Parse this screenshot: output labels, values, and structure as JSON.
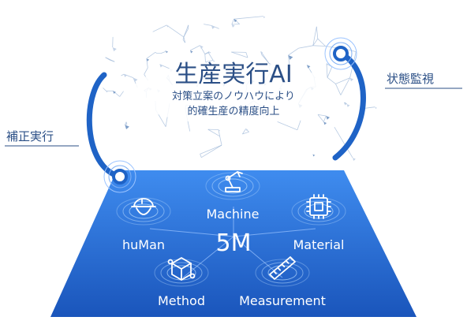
{
  "ai": {
    "title": "生産実行AI",
    "line1": "対策立案のノウハウにより",
    "line2": "的確生産の精度向上"
  },
  "arcs": {
    "left_label": "補正実行",
    "right_label": "状態監視"
  },
  "platform": {
    "center": "5M",
    "items": [
      {
        "label": "huMan",
        "icon": "worker-helmet-icon"
      },
      {
        "label": "Machine",
        "icon": "robot-arm-icon"
      },
      {
        "label": "Material",
        "icon": "chip-icon"
      },
      {
        "label": "Method",
        "icon": "cube-network-icon"
      },
      {
        "label": "Measurement",
        "icon": "ruler-icon"
      }
    ]
  },
  "colors": {
    "brand_blue": "#1f63c6",
    "platform_light": "#3a86ea",
    "platform_dark": "#1c5bc0",
    "network_line": "#9fb8d8",
    "text_dark": "#2b4f86"
  }
}
